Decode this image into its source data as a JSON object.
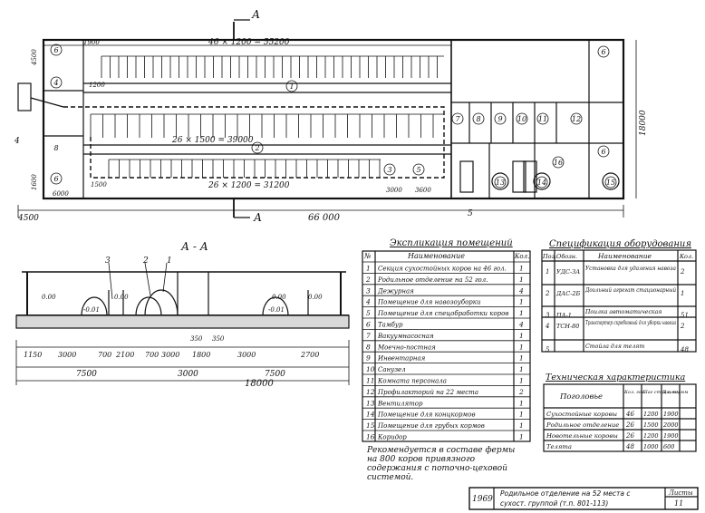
{
  "plan": {
    "section_mark": "А",
    "section_marks": [
      "А",
      "А"
    ],
    "top_dim": "46 × 1200 = 55200",
    "mid_dim": "26 × 1500 = 39000",
    "low_dim": "26 × 1200 = 31200",
    "left_dim_top": "1900",
    "dim_1200": "1200",
    "dim_1500": "1500",
    "dim_3000": "3000",
    "dim_3600": "3600",
    "right_dim": "18000",
    "total_dim": "66 000",
    "left_total": "4500",
    "left_small": "6000",
    "left_h1": "4500",
    "left_h2": "1600",
    "label_4": "4",
    "label_5": "5",
    "room_numbers": [
      "1",
      "2",
      "3",
      "4",
      "5",
      "6",
      "7",
      "8",
      "9",
      "10",
      "11",
      "12",
      "13",
      "14",
      "15",
      "16"
    ]
  },
  "section": {
    "title": "А - А",
    "callouts": [
      "3",
      "2",
      "1"
    ],
    "levels": [
      "0.00",
      "-0.01",
      "0.00",
      "0.00",
      "-0.01",
      "0.00"
    ],
    "dims_row1": [
      "1150",
      "3000",
      "700",
      "2100",
      "700",
      "3000",
      "1800",
      "3000",
      "2700"
    ],
    "dims_mid": [
      "350",
      "350"
    ],
    "dims_row2": [
      "7500",
      "3000",
      "7500"
    ],
    "total": "18000"
  },
  "rooms_table": {
    "title": "Экспликация помещений",
    "headers": [
      "№",
      "Наименование",
      "Кол."
    ],
    "rows": [
      {
        "n": "1",
        "name": "Секция сухостойных коров на 46 гол.",
        "q": "1"
      },
      {
        "n": "2",
        "name": "Родильное отделение на 52 гол.",
        "q": "1"
      },
      {
        "n": "3",
        "name": "Дежурная",
        "q": "4"
      },
      {
        "n": "4",
        "name": "Помещение для навозоуборки",
        "q": "1"
      },
      {
        "n": "5",
        "name": "Помещение для спецобработки коров",
        "q": "1"
      },
      {
        "n": "6",
        "name": "Тамбур",
        "q": "4"
      },
      {
        "n": "7",
        "name": "Вакуумнасосная",
        "q": "1"
      },
      {
        "n": "8",
        "name": "Моечно-постная",
        "q": "1"
      },
      {
        "n": "9",
        "name": "Инвентарная",
        "q": "1"
      },
      {
        "n": "10",
        "name": "Санузел",
        "q": "1"
      },
      {
        "n": "11",
        "name": "Комната персонала",
        "q": "1"
      },
      {
        "n": "12",
        "name": "Профилакторий на 22 места",
        "q": "2"
      },
      {
        "n": "13",
        "name": "Вентилятор",
        "q": "1"
      },
      {
        "n": "14",
        "name": "Помещение для концкормов",
        "q": "1"
      },
      {
        "n": "15",
        "name": "Помещение для грубых кормов",
        "q": "1"
      },
      {
        "n": "16",
        "name": "Коридор",
        "q": "1"
      }
    ]
  },
  "equip_table": {
    "title": "Спецификация оборудования",
    "headers": [
      "Поз.",
      "Обозн.",
      "Наименование",
      "Кол."
    ],
    "rows": [
      {
        "p": "1",
        "code": "УДС-ЗА",
        "name": "Установка для удаления навоза",
        "q": "2"
      },
      {
        "p": "2",
        "code": "ДАС-2Б",
        "name": "Доильный агрегат стационарный",
        "q": "1"
      },
      {
        "p": "3",
        "code": "ПА-1",
        "name": "Поилка автоматическая",
        "q": "51"
      },
      {
        "p": "4",
        "code": "ТСН-80",
        "name": "Транспортер скребковый для уборки навоза",
        "q": "2"
      },
      {
        "p": "5",
        "code": "",
        "name": "Стойла для телят",
        "q": "48"
      }
    ]
  },
  "tech_table": {
    "title": "Техническая характеристика",
    "headers": [
      "Поголовье",
      "Кол. гол.",
      "Шаг стойл, мм",
      "Длина, мм"
    ],
    "rows": [
      {
        "name": "Сухостойные коровы",
        "a": "46",
        "b": "1200",
        "c": "1900"
      },
      {
        "name": "Родильное отделение",
        "a": "26",
        "b": "1500",
        "c": "2000"
      },
      {
        "name": "Новотельные коровы",
        "a": "26",
        "b": "1200",
        "c": "1900"
      },
      {
        "name": "Телята",
        "a": "48",
        "b": "1000",
        "c": "600"
      }
    ]
  },
  "note": "Рекомендуется в составе фермы на 800 коров привязного содержания с поточно-цеховой системой.",
  "stamp": {
    "year": "1969",
    "title_line1": "Родильное отделение на 52 места с",
    "title_line2": "сухост. группой (т.п. 801-113)",
    "sheet_label": "Листы",
    "sheet": "11"
  }
}
